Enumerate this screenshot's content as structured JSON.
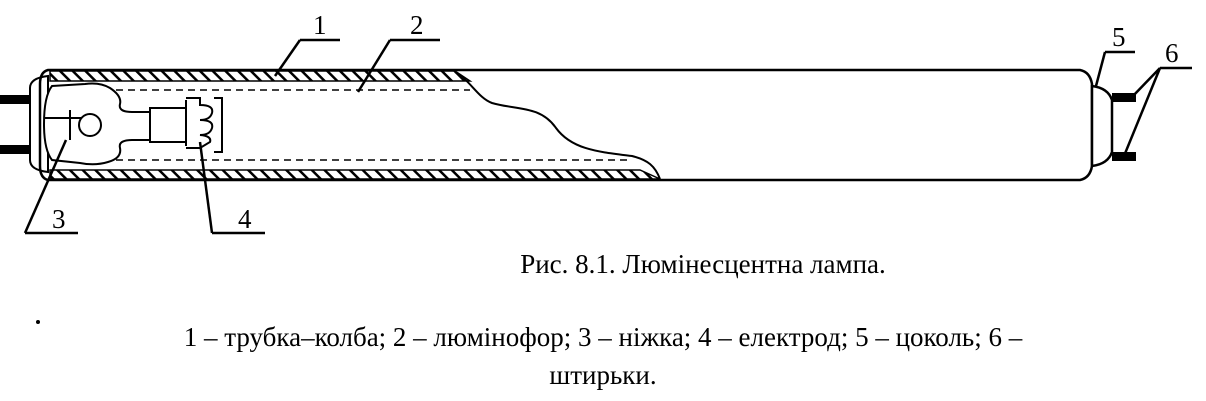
{
  "diagram": {
    "labels": {
      "tube": "1",
      "phosphor": "2",
      "stem": "3",
      "electrode": "4",
      "base": "5",
      "pins": "6"
    }
  },
  "caption": {
    "text": "Рис. 8.1. Люмінесцентна лампа."
  },
  "legend": {
    "line1": "1 – трубка–колба; 2 – люмінофор; 3 – ніжка; 4 – електрод; 5 – цоколь; 6 –",
    "line2": "штирьки."
  }
}
